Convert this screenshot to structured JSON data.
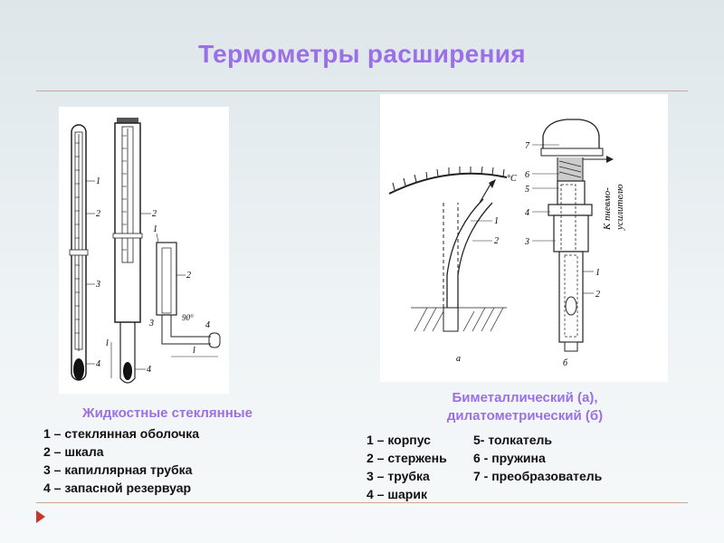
{
  "title": "Термометры расширения",
  "left": {
    "caption": "Жидкостные стеклянные",
    "items": [
      "1 – стеклянная оболочка",
      "2 – шкала",
      "3 – капиллярная трубка",
      "4 – запасной резервуар"
    ],
    "figure_labels": {
      "n1": "1",
      "n2": "2",
      "n3": "3",
      "n4": "4",
      "angle": "90°",
      "length": "l"
    }
  },
  "right": {
    "caption_line1": "Биметаллический (а),",
    "caption_line2": "дилатометрический (б)",
    "items": [
      [
        "1 – корпус",
        "5- толкатель"
      ],
      [
        "2 – стержень",
        "6 - пружина"
      ],
      [
        "3 – трубка",
        "7 - преобразователь"
      ],
      [
        "4 – шарик",
        ""
      ]
    ],
    "figure_labels": {
      "unit": "°С",
      "a": "а",
      "b": "б",
      "n1": "1",
      "n2": "2",
      "n3": "3",
      "n4": "4",
      "n5": "5",
      "n6": "6",
      "n7": "7",
      "pneumo_line1": "К пневмо-",
      "pneumo_line2": "усилителю"
    }
  },
  "colors": {
    "title": "#9b6fe6",
    "rule": "#c8a89a",
    "arrow": "#c0392b"
  }
}
